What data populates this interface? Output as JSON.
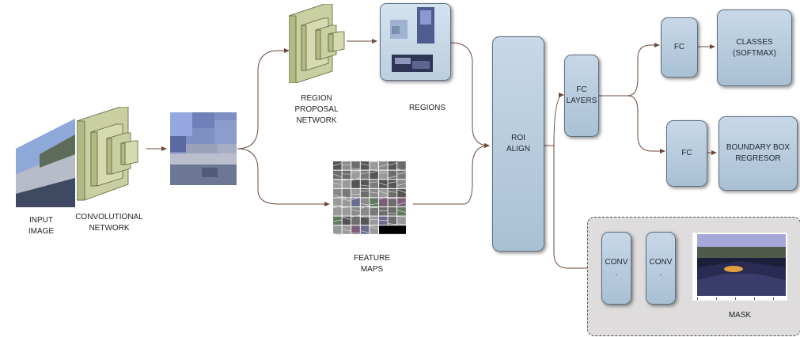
{
  "labels": {
    "input_image": "INPUT\nIMAGE",
    "conv_network": "CONVOLUTIONAL\nNETWORK",
    "rpn": "REGION\nPROPOSAL\nNETWORK",
    "regions": "REGIONS",
    "feature_maps": "FEATURE\nMAPS",
    "roi_align": "ROI\nALIGN",
    "fc_layers": "FC\nLAYERS",
    "fc_top": "FC",
    "fc_bottom": "FC",
    "classes": "CLASSES\n(SOFTMAX)",
    "bbox_regressor": "BOUNDARY BOX\nREGRESOR",
    "conv1": "CONV\n.",
    "conv2": "CONV\n.",
    "mask": "MASK"
  },
  "colors": {
    "box_fill": "#b9cde0",
    "box_border": "#5f6f80",
    "cnn_block": "#c9cfa0",
    "arrow": "#6b4a3a",
    "mask_panel": "#dedcdc"
  }
}
